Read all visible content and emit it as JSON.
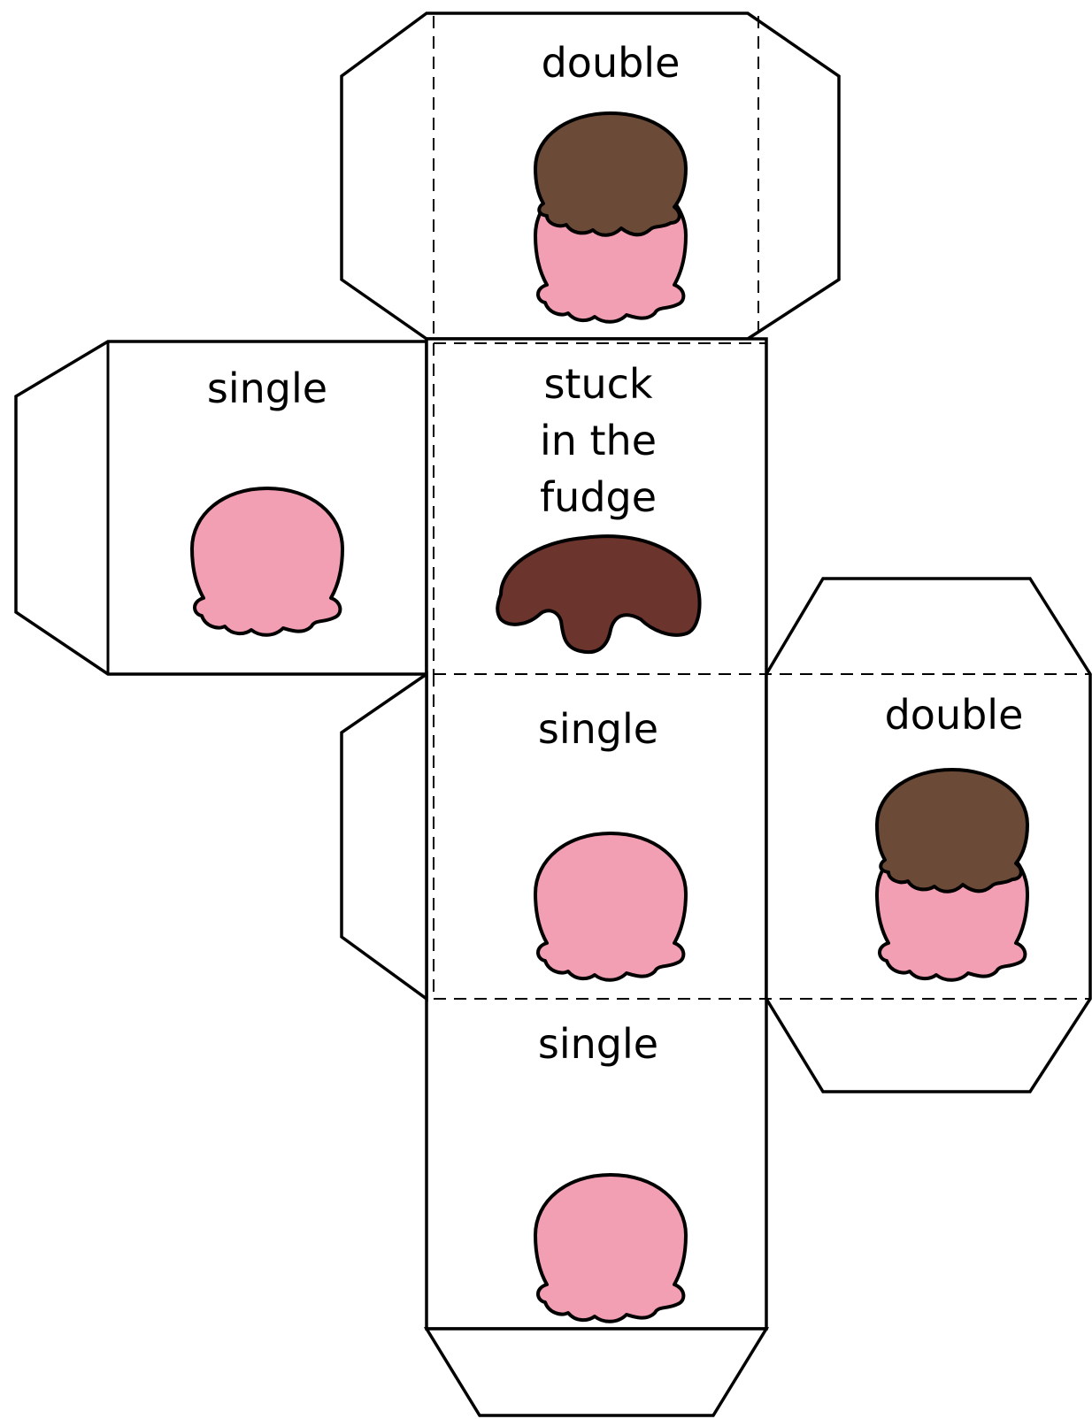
{
  "faces": {
    "top": {
      "label": "double"
    },
    "left": {
      "label": "single"
    },
    "center": {
      "label_lines": [
        "stuck",
        "in the",
        "fudge"
      ]
    },
    "middle": {
      "label": "single"
    },
    "right": {
      "label": "double"
    },
    "bottom": {
      "label": "single"
    }
  },
  "colors": {
    "strawberry": "#F29FB3",
    "chocolate": "#6B4B37",
    "fudge": "#6B342D",
    "outline": "#000000",
    "paper": "#FFFFFF"
  },
  "icons": {
    "single": "single-scoop-icon",
    "double": "double-scoop-icon",
    "fudge": "fudge-drip-icon"
  }
}
